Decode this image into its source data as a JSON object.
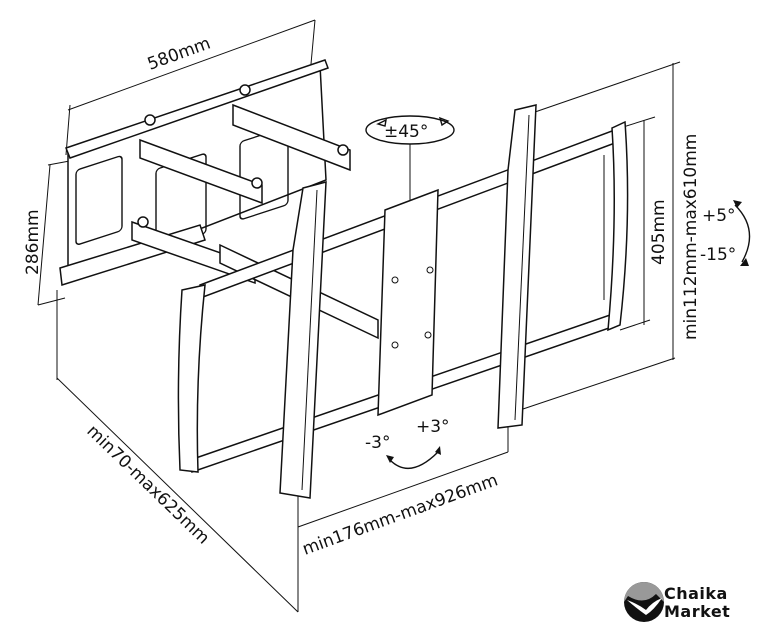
{
  "diagram": {
    "subject": "Full-motion TV wall mount bracket",
    "dimensions": {
      "wall_plate_width": "580mm",
      "wall_plate_height": "286mm",
      "vertical_rail_span": "405mm",
      "vertical_adjust_range": "min112mm-max610mm",
      "extension_depth": "min70-max625mm",
      "horizontal_rail_span": "min176mm-max926mm"
    },
    "angles": {
      "swivel": "±45°",
      "tilt_up": "+5°",
      "tilt_down": "-15°",
      "level_minus": "-3°",
      "level_plus": "+3°"
    }
  },
  "brand": {
    "line1": "Chaika",
    "line2": "Market",
    "icon": "seagull-icon"
  }
}
